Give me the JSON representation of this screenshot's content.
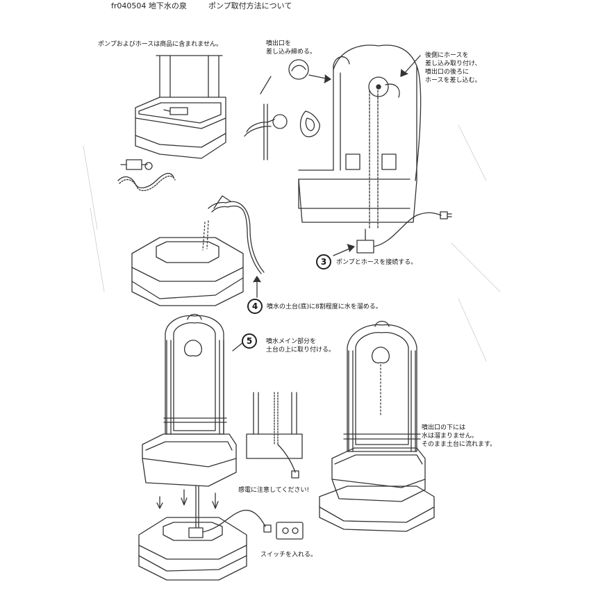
{
  "header": {
    "product_code": "fr040504 地下水の泉",
    "subtitle": "ポンプ取付方法について"
  },
  "notes": {
    "pump_not_included": "ポンプおよびホースは商品に含まれません。",
    "spout_note": "噴出口を\n差し込み締める。",
    "hose_note": "後側にホースを\n差し込み取り付け、\n噴出口の後ろに\nホースを差し込む。",
    "step3": "ポンプとホースを接続する。",
    "step4": "噴水の土台(底)に8割程度に水を溜める。",
    "step5": "噴水メイン部分を\n土台の上に取り付ける。",
    "water_note": "噴出口の下には\n水は溜まりません。\nそのまま土台に流れます。",
    "caution": "感電に注意してください!",
    "switch": "スイッチを入れる。"
  },
  "steps": {
    "three": "3",
    "four": "4",
    "five": "5"
  },
  "colors": {
    "ink": "#222222",
    "paper": "#ffffff"
  }
}
